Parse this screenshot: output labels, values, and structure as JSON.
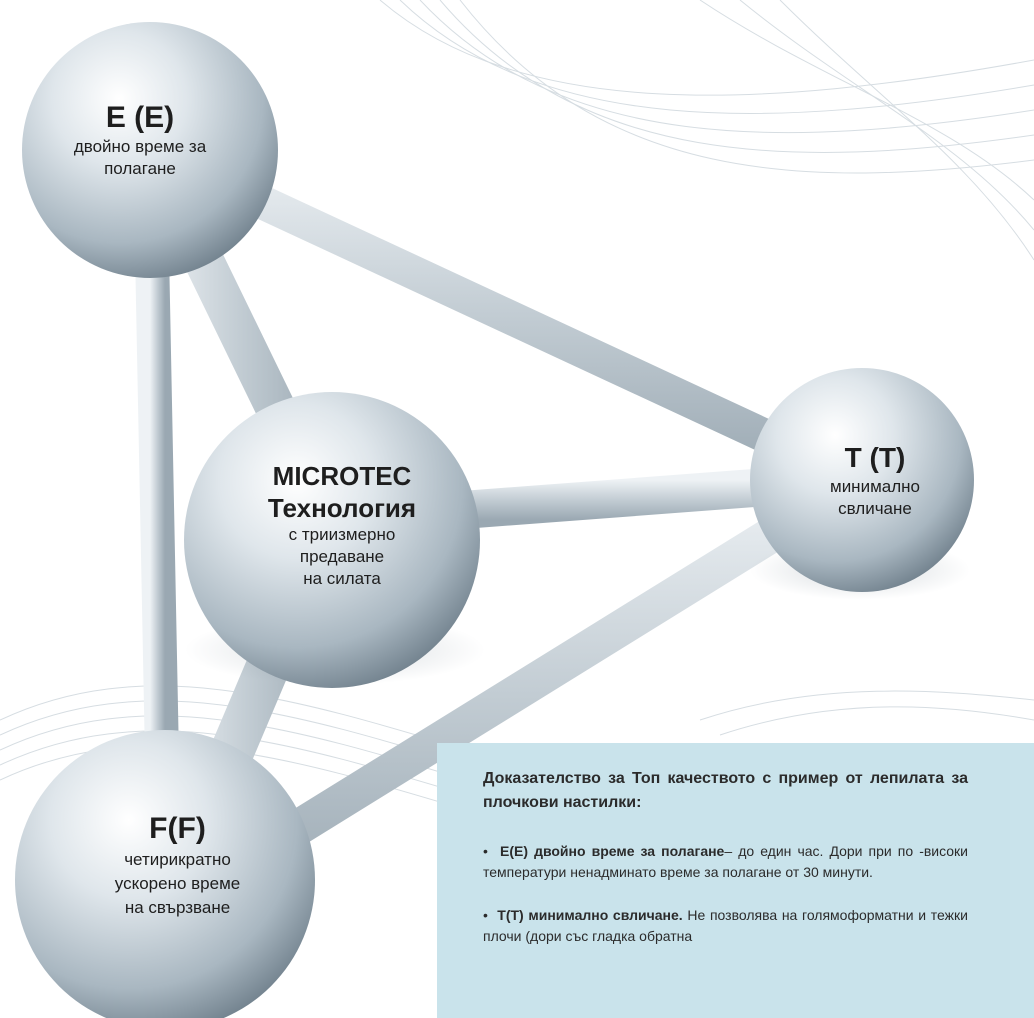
{
  "spheres": {
    "e": {
      "title": "E (E)",
      "lines": [
        "двойно време за",
        "полагане"
      ]
    },
    "microtec": {
      "title1": "MICROTEC",
      "title2": "Технология",
      "lines": [
        "с триизмерно",
        "предаване",
        "на силата"
      ]
    },
    "t": {
      "title": "T (T)",
      "lines": [
        "минимално",
        "свличане"
      ]
    },
    "f": {
      "title": "F(F)",
      "lines": [
        "четирикратно",
        "ускорено време",
        "на свързване"
      ]
    }
  },
  "info": {
    "title": "Доказателство за Топ качеството с пример от лепилата за плочкови настилки:",
    "items": [
      {
        "bullet": "•",
        "bold": "E(E) двойно време за полагане",
        "text": "– до един час. Дори при по -високи температури ненадминато време за полагане от 30 минути."
      },
      {
        "bullet": "•",
        "bold": "T(T) минимално свличане.",
        "text": " Не позволява на голямоформатни и тежки плочи (дори със гладка обратна"
      }
    ]
  },
  "colors": {
    "sphere_light": "#ffffff",
    "sphere_mid": "#c4ced6",
    "sphere_dark": "#6f7f8b",
    "rod": "#b7c3cb",
    "info_bg": "#c9e3eb"
  }
}
